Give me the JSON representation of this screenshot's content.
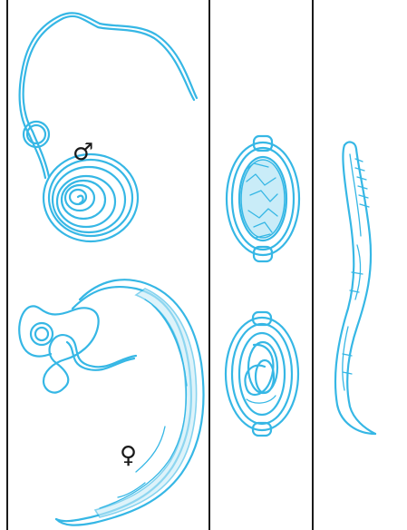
{
  "figure": {
    "panels": [
      {
        "id": "adult-worms",
        "labels": {
          "male_symbol": "♂",
          "female_symbol": "♀"
        }
      },
      {
        "id": "eggs"
      },
      {
        "id": "larva"
      }
    ]
  },
  "colors": {
    "outline": "#36b7e5",
    "fill": "#c9ecf8",
    "frame": "#1a1a1a"
  }
}
